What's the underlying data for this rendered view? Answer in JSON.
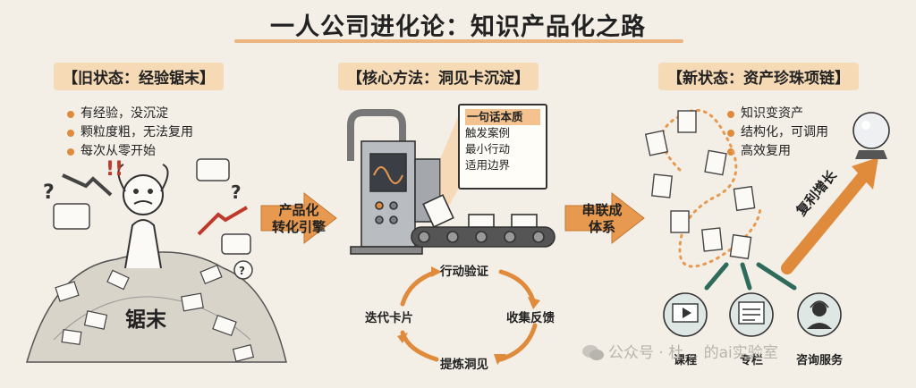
{
  "title": "一人公司进化论：知识产品化之路",
  "sections": {
    "old": {
      "heading": "【旧状态：经验锯末】",
      "bullets": [
        "有经验，没沉淀",
        "颗粒度粗，无法复用",
        "每次从零开始"
      ],
      "pile_label": "锯末"
    },
    "core": {
      "heading": "【核心方法：洞见卡沉淀】",
      "card_lines": [
        "一句话本质",
        "触发案例",
        "最小行动",
        "适用边界"
      ],
      "cycle": [
        "行动验证",
        "收集反馈",
        "提炼洞见",
        "迭代卡片"
      ]
    },
    "new": {
      "heading": "【新状态：资产珍珠项链】",
      "bullets": [
        "知识变资产",
        "结构化，可调用",
        "高效复用"
      ],
      "growth_label": "复利增长",
      "outputs": [
        "课程",
        "专栏",
        "咨询服务"
      ]
    }
  },
  "arrows": {
    "left": [
      "产品化",
      "转化引擎"
    ],
    "right": [
      "串联成",
      "体系"
    ]
  },
  "watermark": "公众号 · 杜… 的ai实验室",
  "colors": {
    "accent": "#e08a3c",
    "heading_bg": "#f6d9b5",
    "background": "#f3efe7"
  }
}
